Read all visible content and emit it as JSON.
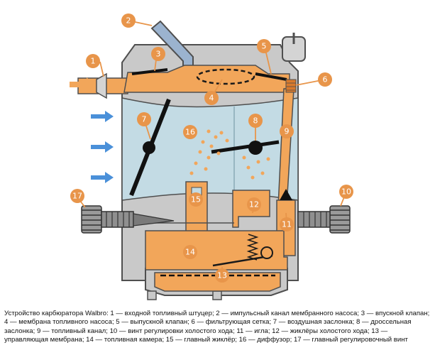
{
  "title": "Устройство карбюратора Walbro",
  "caption": "Устройство карбюратора Walbro: 1 — входной топливный штуцер; 2 — импульсный канал мембранного насоса; 3 — впускной клапан; 4 — мембрана топливного насоса; 5 — выпускной клапан; 6 — фильтрующая сетка; 7 — воздушная заслонка; 8 — дроссельная заслонка; 9 — топливный канал; 10 — винт регулировки холостого хода; 11 — игла; 12 — жиклёры холостого хода; 13 — управляющая мембрана; 14 — топливная камера; 15 — главный жиклёр; 16 — диффузор; 17 — главный регулировочный винт",
  "colors": {
    "body_gray": "#c9c9c9",
    "body_outline": "#4f4f4f",
    "fuel_orange": "#f2a65a",
    "air_blue": "#c3dbe4",
    "arrow_blue": "#4a90d9",
    "label_orange": "#e8954a",
    "pulse_channel": "#9bb3cf"
  },
  "callouts": [
    {
      "n": "1",
      "name": "входной топливный штуцер"
    },
    {
      "n": "2",
      "name": "импульсный канал мембранного насоса"
    },
    {
      "n": "3",
      "name": "впускной клапан"
    },
    {
      "n": "4",
      "name": "мембрана топливного насоса"
    },
    {
      "n": "5",
      "name": "выпускной клапан"
    },
    {
      "n": "6",
      "name": "фильтрующая сетка"
    },
    {
      "n": "7",
      "name": "воздушная заслонка"
    },
    {
      "n": "8",
      "name": "дроссельная заслонка"
    },
    {
      "n": "9",
      "name": "топливный канал"
    },
    {
      "n": "10",
      "name": "винт регулировки холостого хода"
    },
    {
      "n": "11",
      "name": "игла"
    },
    {
      "n": "12",
      "name": "жиклёры холостого хода"
    },
    {
      "n": "13",
      "name": "управляющая мембрана"
    },
    {
      "n": "14",
      "name": "топливная камера"
    },
    {
      "n": "15",
      "name": "главный жиклёр"
    },
    {
      "n": "16",
      "name": "диффузор"
    },
    {
      "n": "17",
      "name": "главный регулировочный винт"
    }
  ]
}
